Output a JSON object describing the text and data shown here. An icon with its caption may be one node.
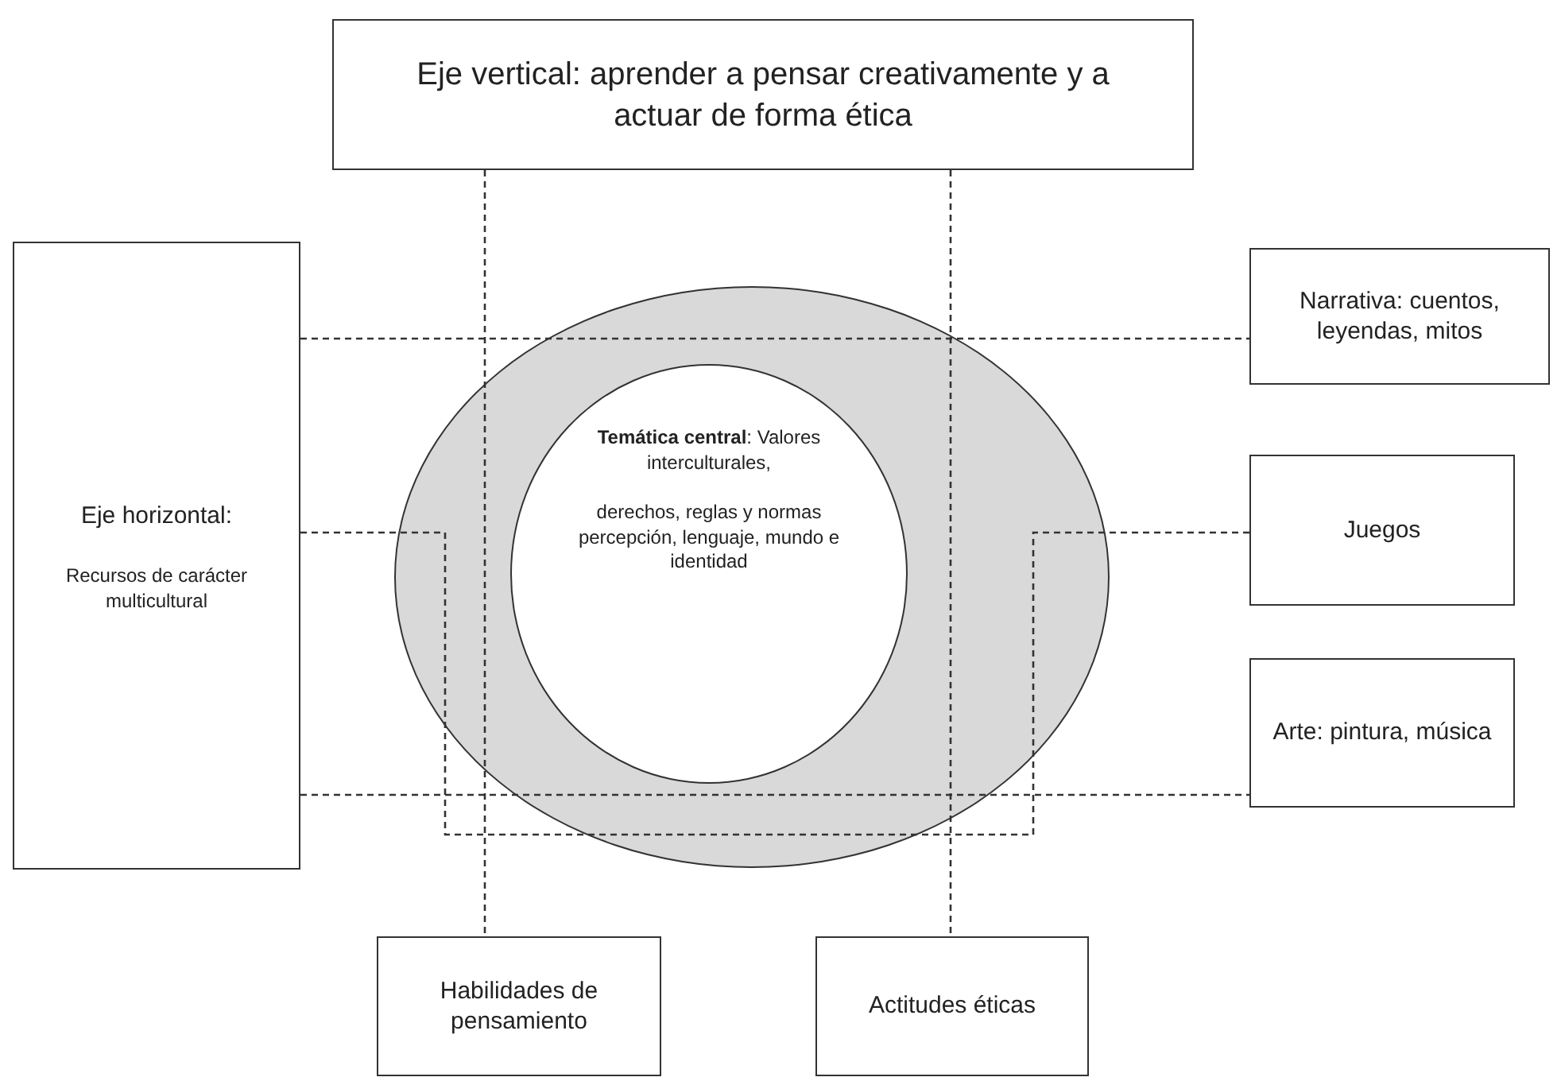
{
  "diagram": {
    "nodes": [
      {
        "text": [
          "Eje vertical: aprender a pensar creativamente y a actuar de forma ética"
        ]
      },
      {
        "text": [
          "Eje horizontal:",
          "Recursos de carácter multicultural"
        ]
      },
      {
        "text": [],
        "shape": "circle"
      },
      {
        "text": [
          "**Temática central**: Valores interculturales,",
          "derechos, reglas y normas percepción, lenguaje, mundo e identidad"
        ],
        "in": 2
      },
      {
        "text": [
          "Narrativa: cuentos, leyendas, mitos"
        ]
      },
      {
        "text": [
          "Juegos"
        ]
      },
      {
        "text": [
          "Arte: pintura, música"
        ]
      },
      {
        "text": [
          "Habilidades de pensamiento"
        ]
      },
      {
        "text": [
          "Actitudes éticas"
        ]
      }
    ],
    "edges": [
      {
        "from": 0,
        "to": 7,
        "arrow": "none",
        "style": "dashed"
      },
      {
        "from": 0,
        "to": 8,
        "arrow": "none",
        "style": "dashed"
      },
      {
        "from": 1,
        "to": 4,
        "arrow": "none",
        "style": "dashed"
      },
      {
        "from": 1,
        "to": 5,
        "arrow": "none",
        "style": "dashed"
      },
      {
        "from": 1,
        "to": 6,
        "arrow": "none",
        "style": "dashed"
      }
    ]
  }
}
